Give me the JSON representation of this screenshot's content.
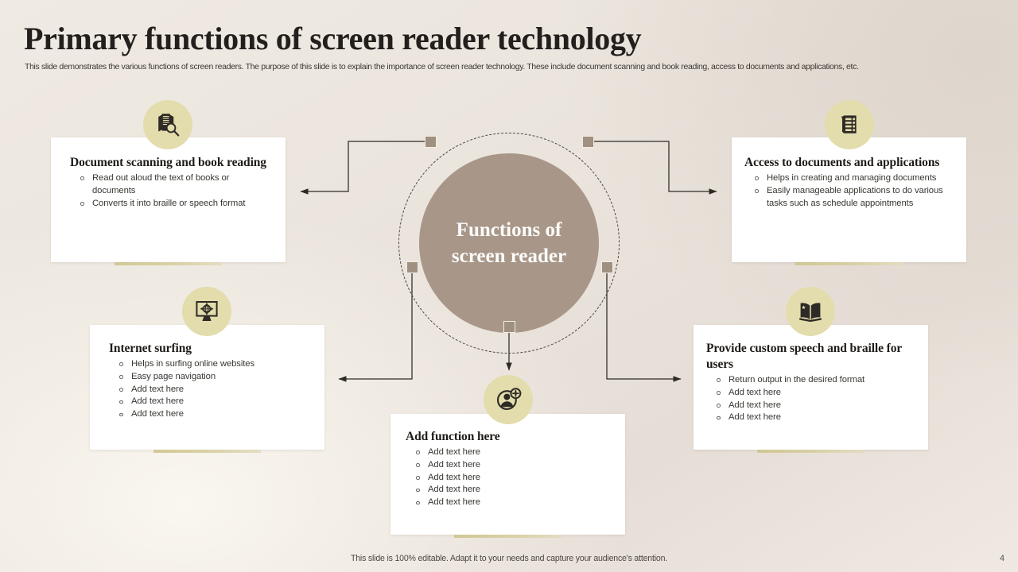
{
  "header": {
    "title": "Primary functions of screen reader technology",
    "subtitle": "This slide demonstrates the various functions of screen readers. The purpose of this slide is to explain the importance of screen reader technology. These include document scanning and book reading, access to documents and applications, etc."
  },
  "hub": {
    "label": "Functions of\nscreen reader"
  },
  "cards": [
    {
      "id": "document-scanning",
      "icon": "document-scan-icon",
      "title": "Document scanning and book reading",
      "bullets": [
        "Read out aloud the text of books or documents",
        "Converts  it into braille  or  speech format"
      ]
    },
    {
      "id": "access-documents",
      "icon": "documents-stack-icon",
      "title": "Access to documents and applications",
      "bullets": [
        " Helps in creating and managing documents",
        " Easily manageable  applications to do various  tasks such as schedule appointments"
      ]
    },
    {
      "id": "internet-surfing",
      "icon": "globe-monitor-icon",
      "title": "Internet surfing",
      "bullets": [
        "Helps in surfing online websites",
        "Easy page navigation",
        "Add text here",
        "Add text here",
        "Add text here"
      ]
    },
    {
      "id": "custom-speech-braille",
      "icon": "open-book-icon",
      "title": "Provide custom speech and braille for users",
      "bullets": [
        "Return output in the desired format",
        "Add text here",
        "Add text here",
        "Add text here"
      ]
    },
    {
      "id": "add-function",
      "icon": "add-user-icon",
      "title": "Add function here",
      "bullets": [
        "Add text here",
        "Add text here",
        "Add text here",
        "Add text here",
        "Add text here"
      ]
    }
  ],
  "footer": {
    "note": "This slide is 100% editable. Adapt it to your needs and capture your audience's attention.",
    "page_number": "4"
  },
  "colors": {
    "hub_fill": "#a89789",
    "icon_badge": "#e3dcac",
    "accent_bar": "#cfc590",
    "node": "#a0907f",
    "text_dark": "#231f1c",
    "card_bg": "#ffffff"
  }
}
